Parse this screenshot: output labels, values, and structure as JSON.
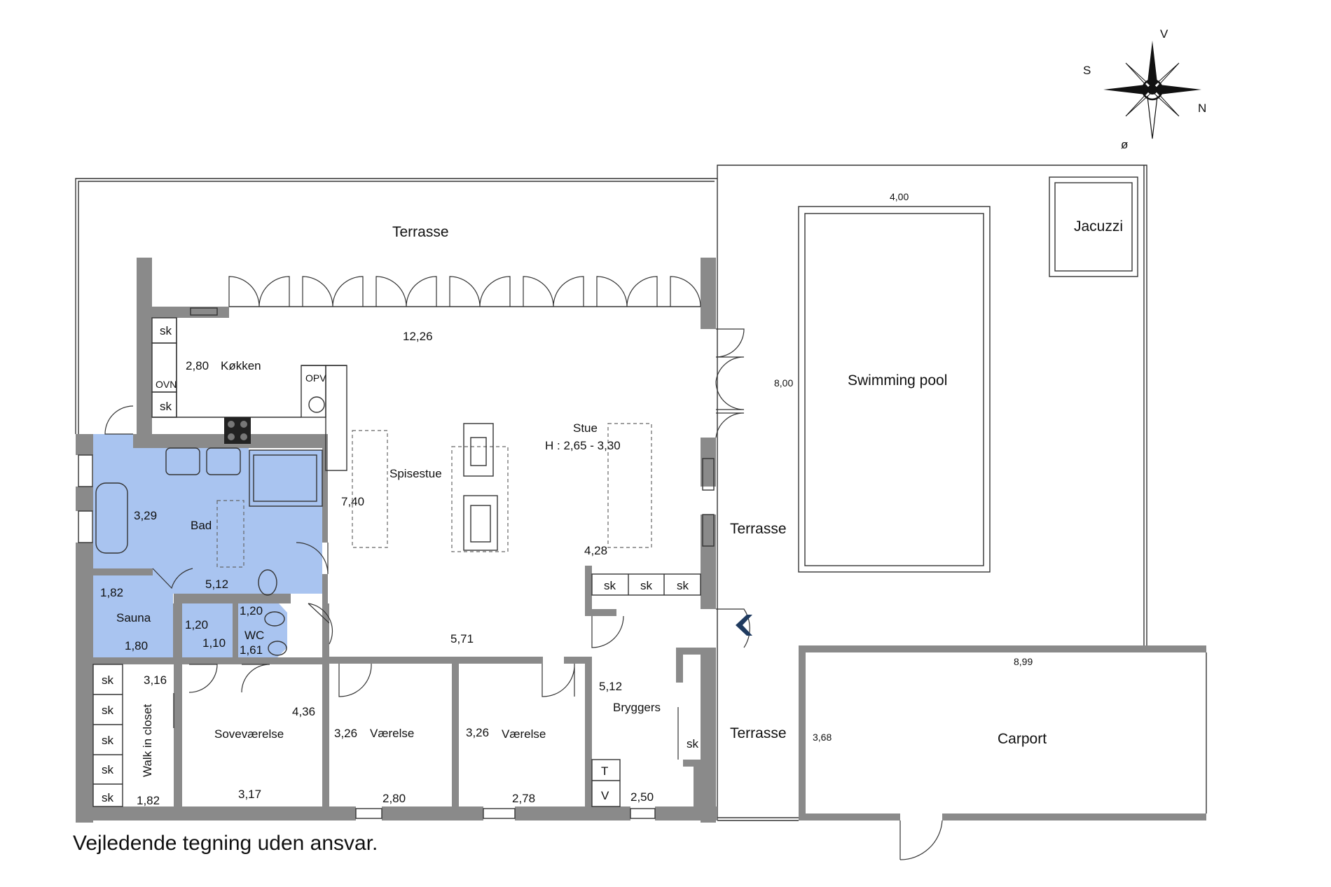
{
  "rooms": {
    "terrasse_top": "Terrasse",
    "kokken": "Køkken",
    "stue": "Stue",
    "stue_height": "H : 2,65 - 3,30",
    "spisestue": "Spisestue",
    "bad": "Bad",
    "sauna": "Sauna",
    "wc": "WC",
    "sovevaerelse": "Soveværelse",
    "vaerelse1": "Værelse",
    "vaerelse2": "Værelse",
    "bryggers": "Bryggers",
    "walk_in_closet": "Walk in closet",
    "terrasse_mid": "Terrasse",
    "terrasse_low": "Terrasse",
    "swimming_pool": "Swimming pool",
    "jacuzzi": "Jacuzzi",
    "carport": "Carport"
  },
  "fixtures": {
    "sk": "sk",
    "ovn": "OVN",
    "opv": "OPV",
    "t": "T",
    "v": "V"
  },
  "dimensions": {
    "kokken_w": "2,80",
    "stue_top": "12,26",
    "spisestue_h": "7,40",
    "stue_r": "4,28",
    "bad_h": "3,29",
    "bad_w": "5,12",
    "sauna_top": "1,82",
    "sauna_bottom": "1,80",
    "shower_a": "1,20",
    "shower_b": "1,10",
    "wc_a": "1,20",
    "wc_b": "1,61",
    "hall": "5,71",
    "closet_top": "3,16",
    "closet_bottom": "1,82",
    "sove_h": "4,36",
    "sove_w": "3,17",
    "vaer1_h": "3,26",
    "vaer1_w": "2,80",
    "vaer2_h": "3,26",
    "vaer2_w": "2,78",
    "bryggers_h": "5,12",
    "bryggers_w": "2,50",
    "pool_w": "4,00",
    "pool_h": "8,00",
    "carport_w": "8,99",
    "carport_h": "3,68"
  },
  "compass": {
    "n": "N",
    "s": "S",
    "v": "V",
    "o": "ø"
  },
  "caption": "Vejledende tegning uden ansvar.",
  "colors": {
    "wet_room": "#a9c4f0",
    "wall": "#8a8a8a",
    "entrance_arrow": "#1f3a5f"
  }
}
